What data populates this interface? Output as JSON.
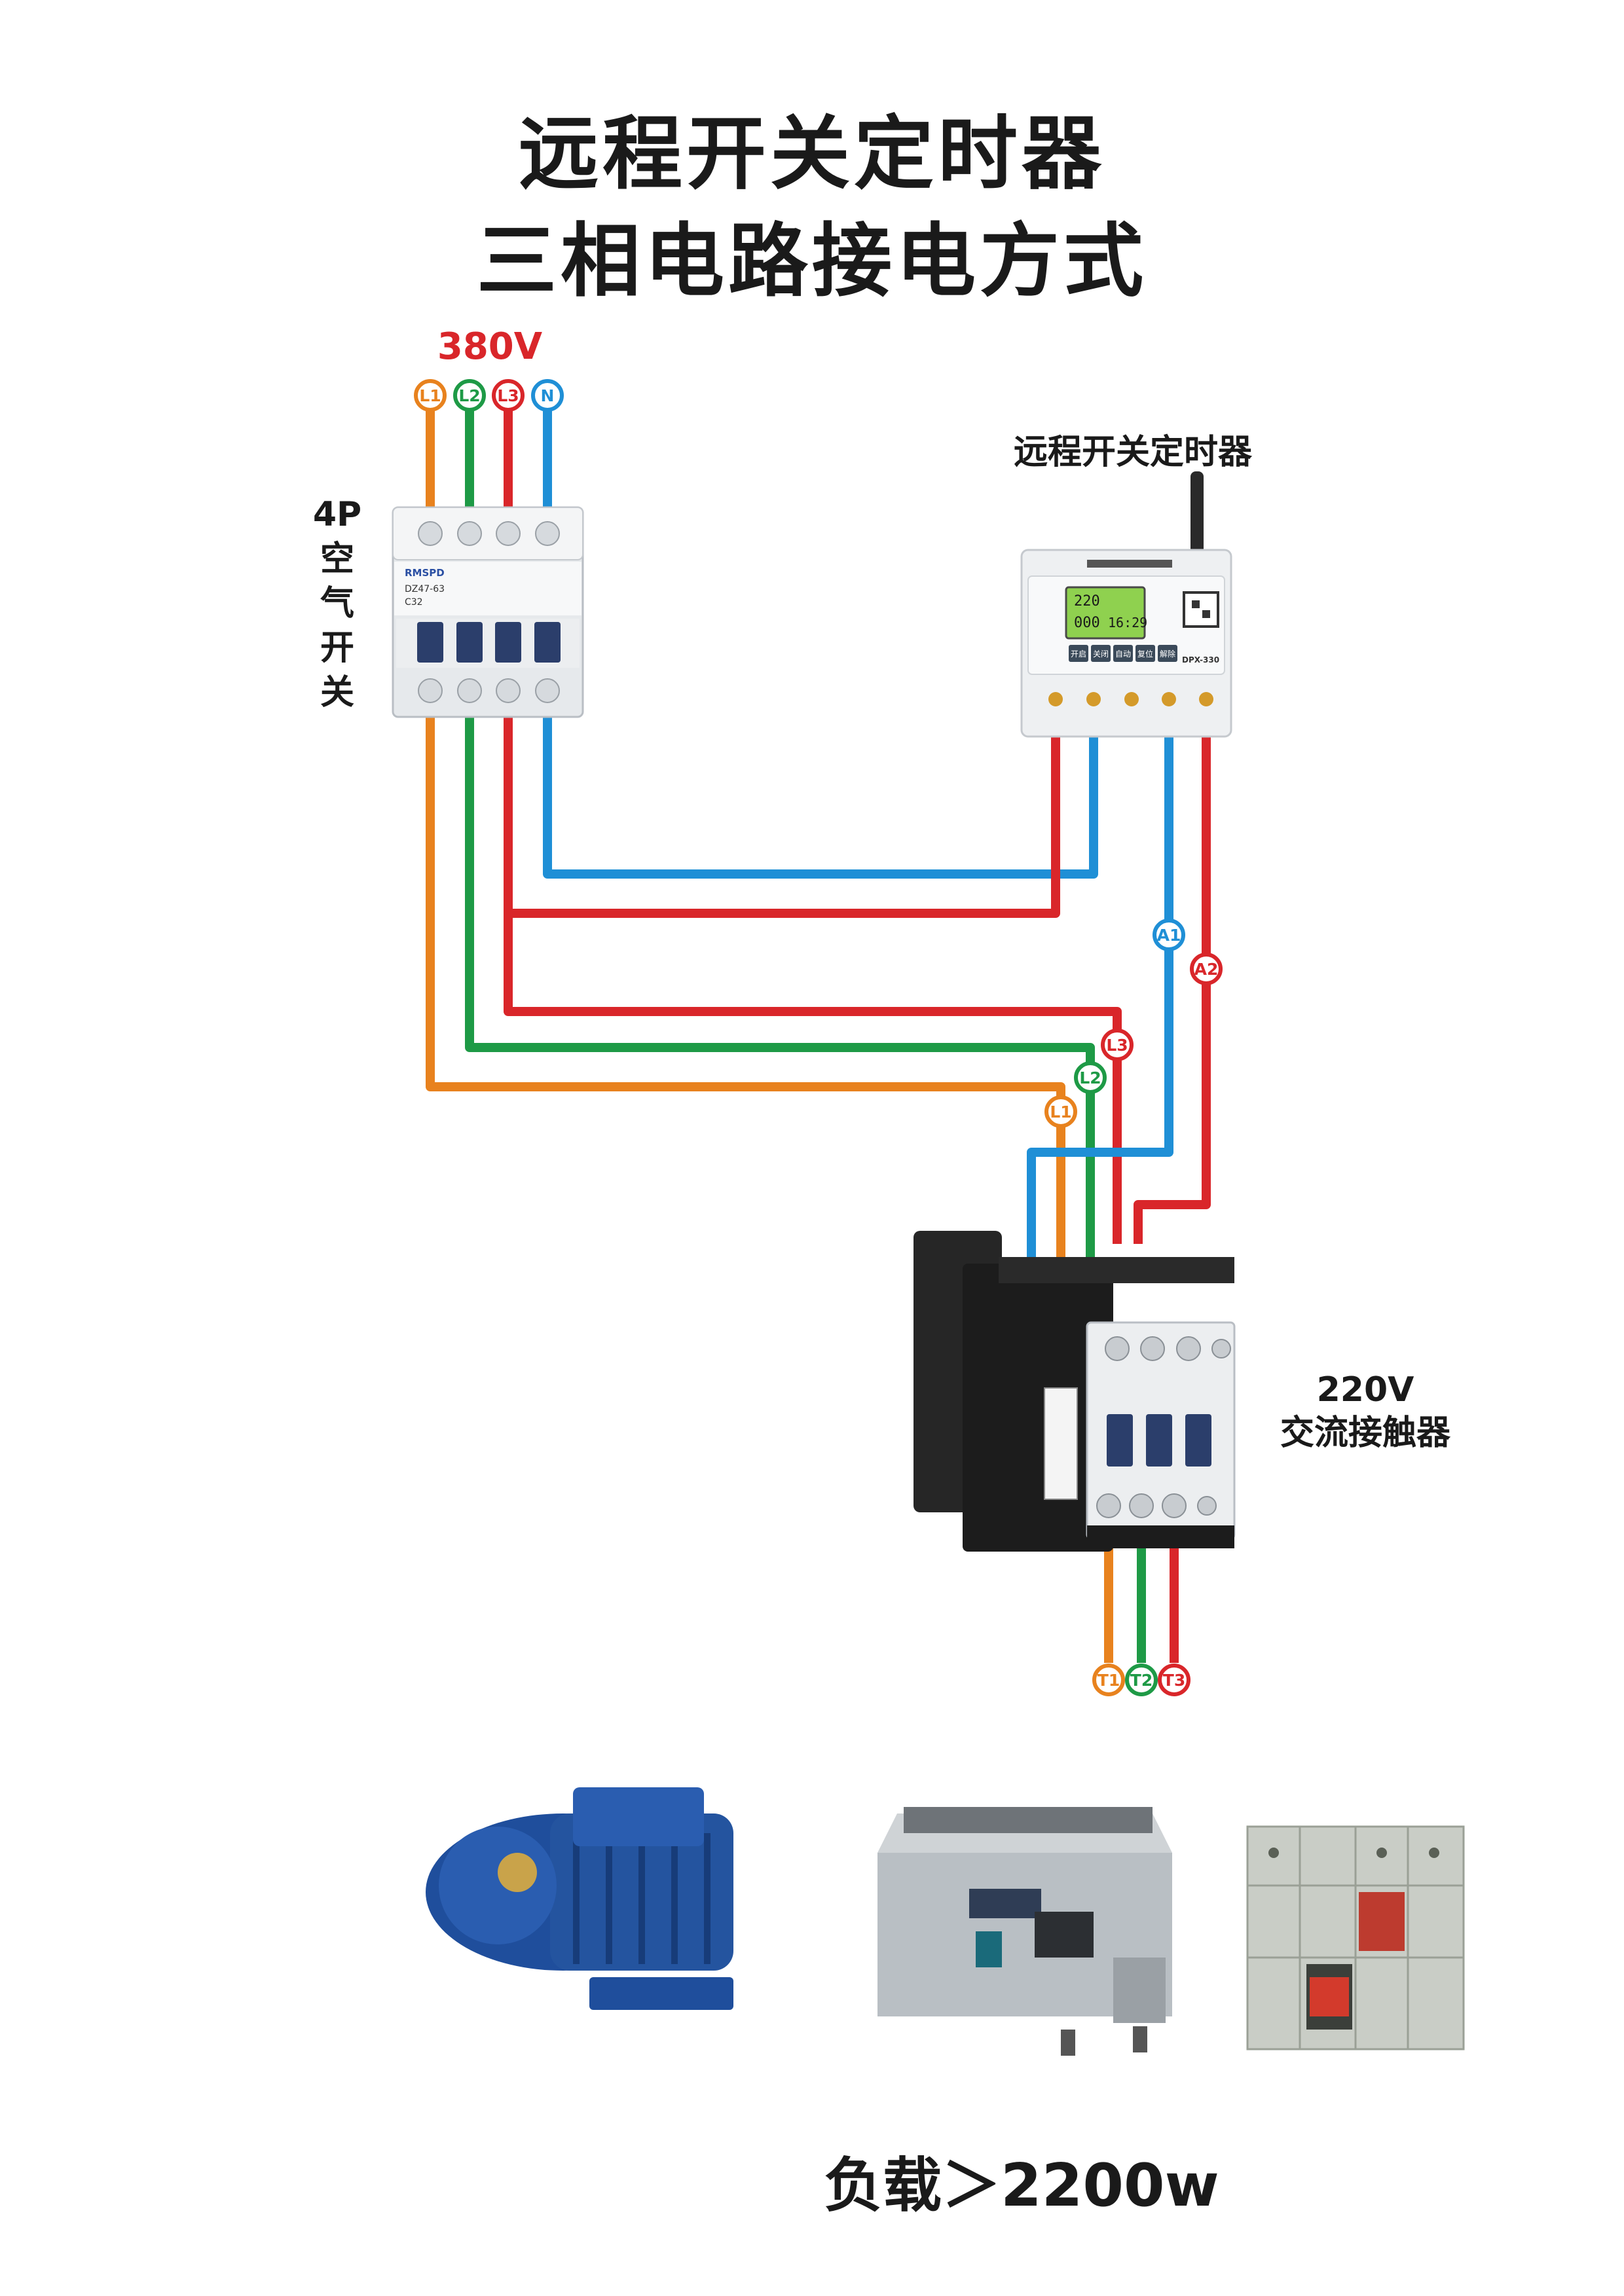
{
  "title": {
    "line1": "远程开关定时器",
    "line2": "三相电路接电方式"
  },
  "supply": {
    "voltage": "380V",
    "terminals": [
      "L1",
      "L2",
      "L3",
      "N"
    ]
  },
  "breaker": {
    "label_lines": [
      "4P",
      "空",
      "气",
      "开",
      "关"
    ],
    "brand": "RMSPD",
    "model": "DZ47-63",
    "rating": "C32"
  },
  "timer": {
    "label": "远程开关定时器",
    "model": "DPX-330",
    "screen_line1": "220",
    "screen_line2": "000",
    "screen_time": "16:29",
    "buttons": [
      "开启",
      "关闭",
      "自动",
      "复位",
      "解除"
    ],
    "coil_terminals": [
      "A1",
      "A2"
    ]
  },
  "contactor": {
    "label_line1": "220V",
    "label_line2": "交流接触器",
    "input_terminals": [
      "L1",
      "L2",
      "L3"
    ],
    "output_terminals": [
      "T1",
      "T2",
      "T3"
    ]
  },
  "loads": {
    "label": "负载＞2200w",
    "items": [
      "water-pump",
      "commercial-fryer",
      "switchgear-cabinet"
    ]
  },
  "colors": {
    "L1": "#e8821e",
    "L2": "#1e9a46",
    "L3": "#d9262a",
    "N": "#1f8fd6"
  }
}
